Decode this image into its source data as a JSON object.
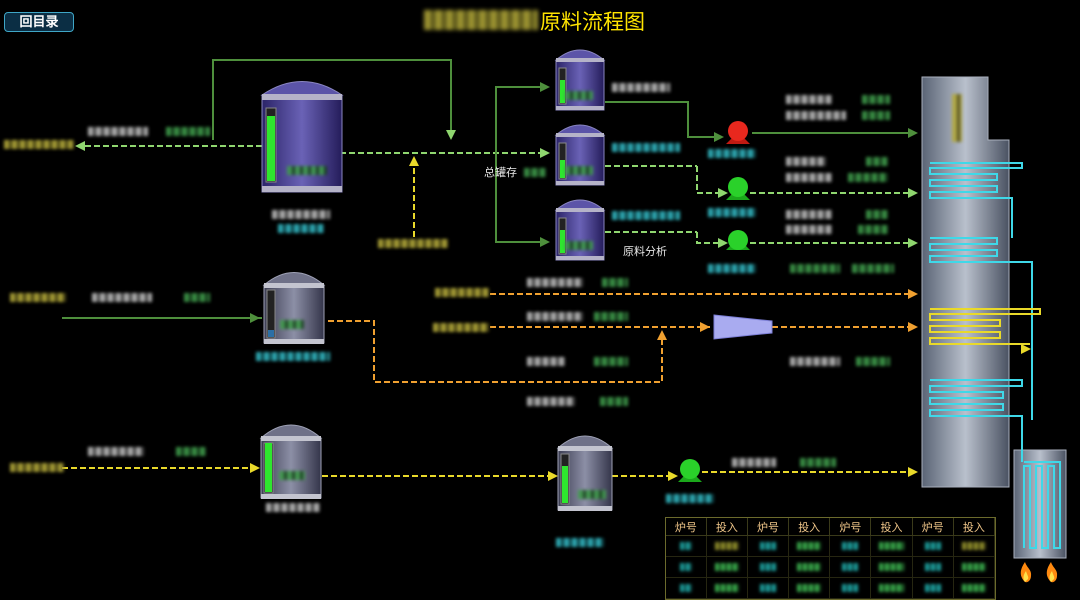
{
  "header": {
    "back_button": "回目录",
    "title": "原料流程图"
  },
  "labels": {
    "total_storage": "总罐存",
    "raw_material_analysis": "原料分析"
  },
  "furnace_table": {
    "headers": [
      "炉号",
      "投入",
      "炉号",
      "投入",
      "炉号",
      "投入",
      "炉号",
      "投入"
    ]
  },
  "colors": {
    "background": "#000000",
    "title": "#ffe400",
    "flow_green": "#8fd66f",
    "flow_yellow": "#e9d92a",
    "flow_orange": "#f0a030",
    "flow_cyan": "#3fd8e8",
    "pump_running": "#2ad12a",
    "pump_stopped": "#e8281e"
  },
  "icons": [
    "pump-icon",
    "fire-icon",
    "arrow-icon",
    "tank-icon"
  ]
}
